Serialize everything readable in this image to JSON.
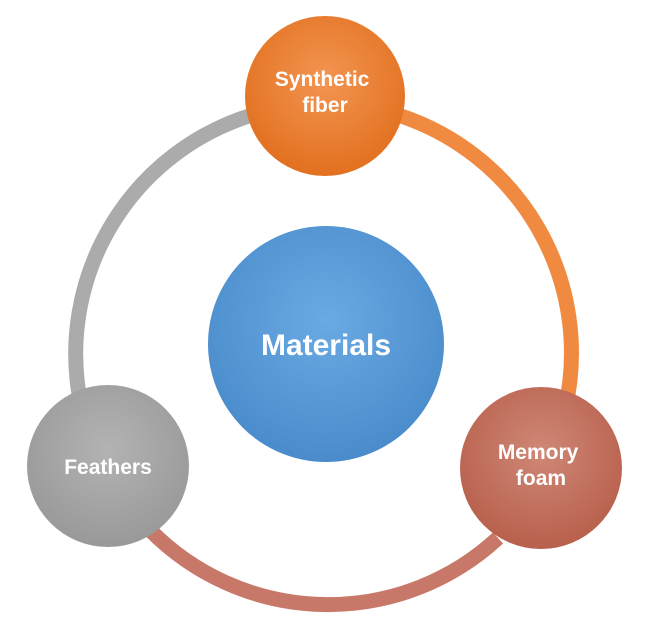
{
  "diagram": {
    "center": {
      "label": "Materials",
      "color": "#5B9BD5"
    },
    "nodes": [
      {
        "id": "synthetic-fiber",
        "lines": [
          "Synthetic",
          "fiber"
        ],
        "color": "#ED7D31"
      },
      {
        "id": "memory-foam",
        "lines": [
          "Memory",
          "foam"
        ],
        "color": "#C0705F"
      },
      {
        "id": "feathers",
        "lines": [
          "Feathers"
        ],
        "color": "#A5A5A5"
      }
    ],
    "arc_colors": {
      "fiber_to_foam": "#F08A40",
      "foam_to_feathers": "#C87868",
      "feathers_to_fiber": "#ABABAB"
    }
  }
}
